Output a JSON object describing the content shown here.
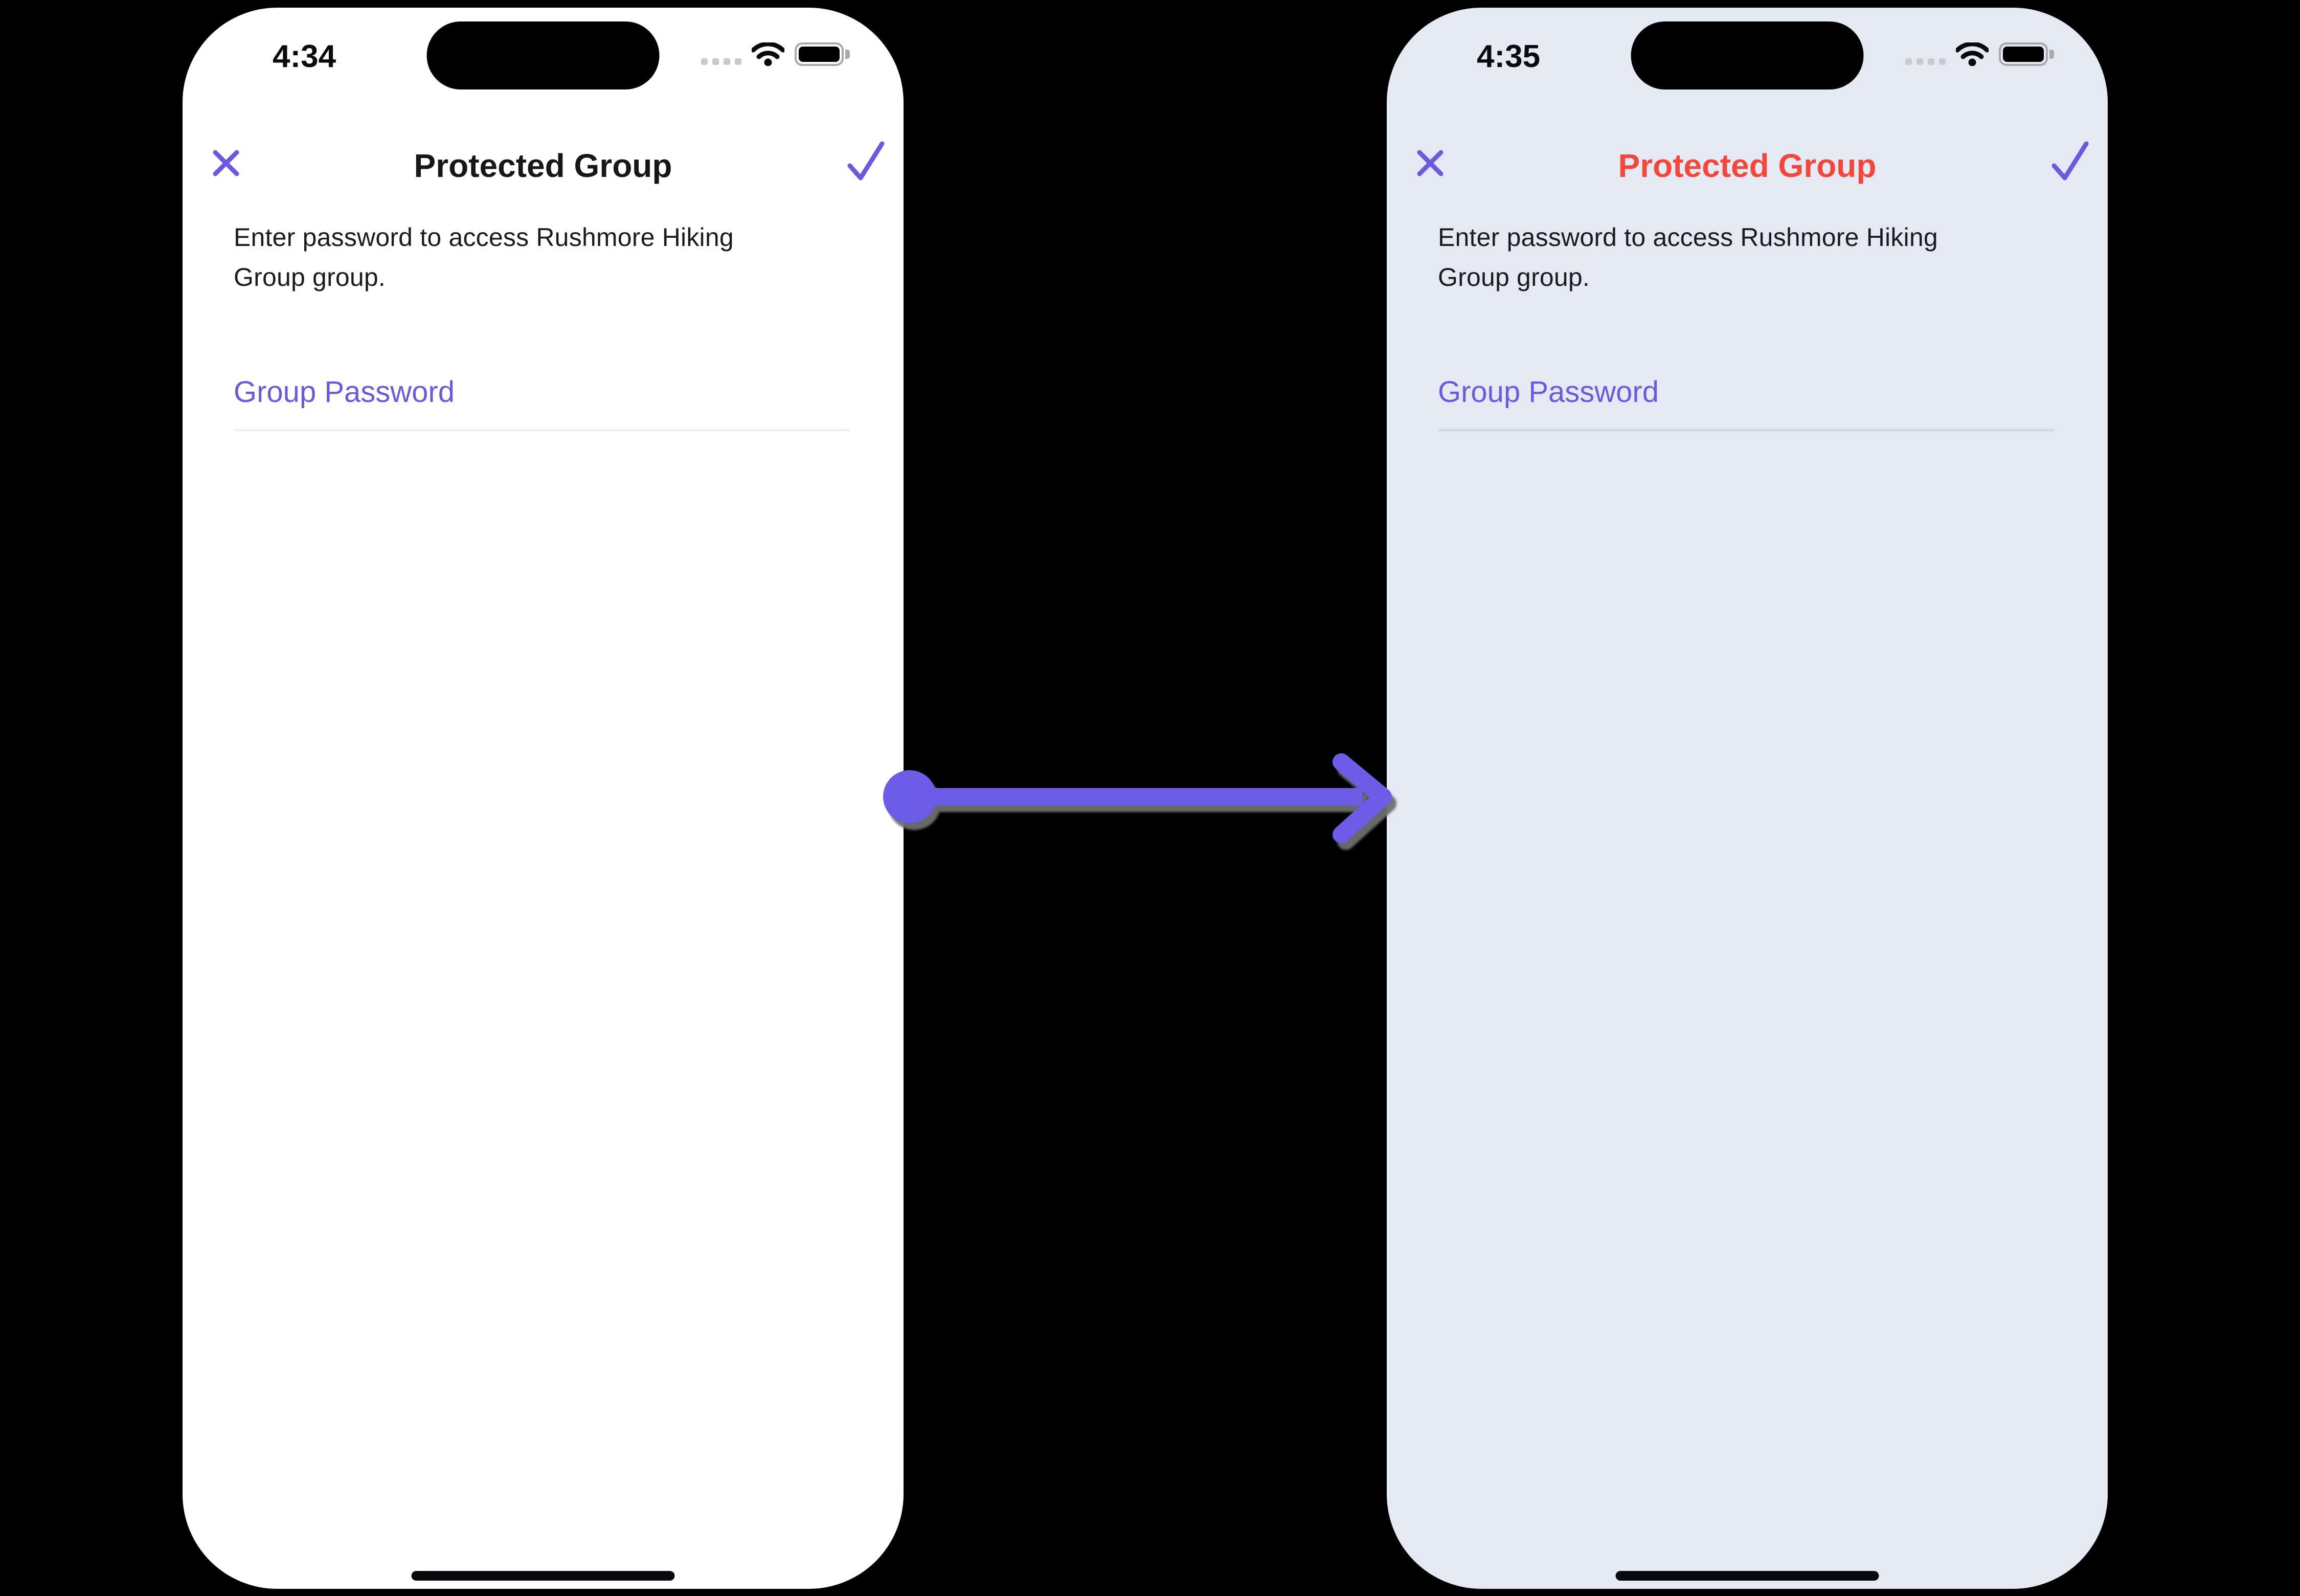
{
  "colors": {
    "page_background": "#000000",
    "accent_purple": "#6A5AE0",
    "arrow_purple": "#6C5CE7",
    "alert_red_title": "#F4473B",
    "left_phone_background": "#FFFFFF",
    "right_phone_background": "#E4E9F4",
    "body_text": "#1B1B1E",
    "field_underline_left": "#EEEEF0",
    "field_underline_right": "#D4D7E0"
  },
  "icons": {
    "close": "✕",
    "confirm": "✓",
    "wifi": "wifi-signal",
    "battery": "battery-full",
    "cellular": "cellular-signal-dots",
    "transition": "arrow-right"
  },
  "phones": [
    {
      "name": "before",
      "status_bar": {
        "time": "4:34"
      },
      "header": {
        "title": "Protected Group"
      },
      "instruction": "Enter password to access Rushmore Hiking Group group.",
      "password_field": {
        "label": "Group Password",
        "value": ""
      }
    },
    {
      "name": "after",
      "status_bar": {
        "time": "4:35"
      },
      "header": {
        "title": "Protected Group"
      },
      "instruction": "Enter password to access Rushmore Hiking Group group.",
      "password_field": {
        "label": "Group Password",
        "value": ""
      }
    }
  ]
}
